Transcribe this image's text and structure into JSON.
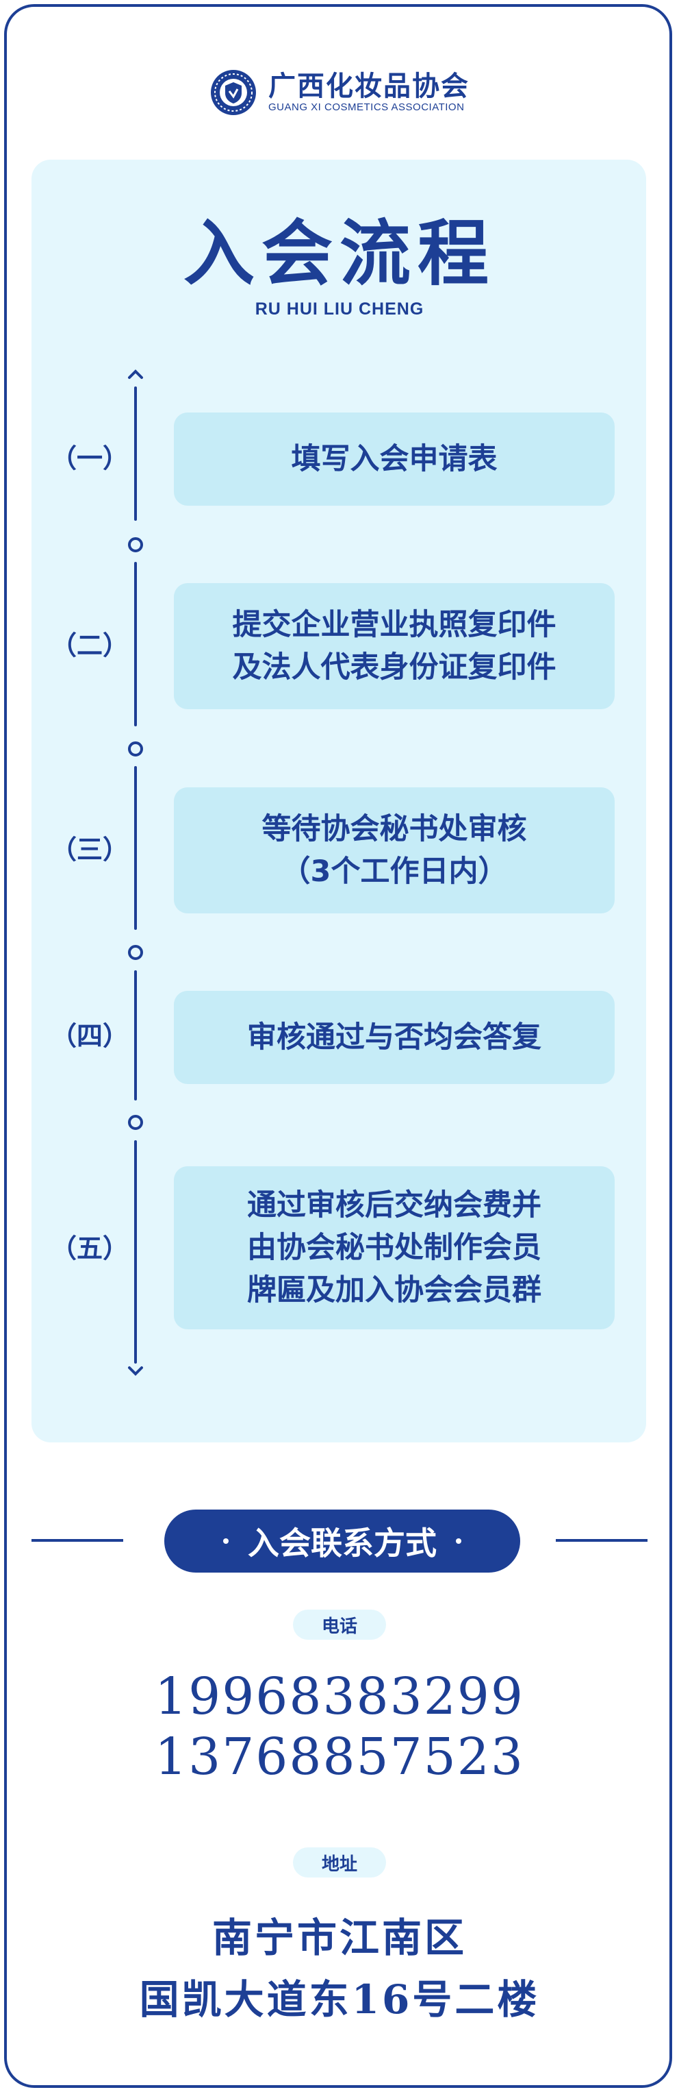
{
  "header": {
    "name_cn": "广西化妆品协会",
    "name_en": "GUANG XI  COSMETICS  ASSOCIATION"
  },
  "process": {
    "title": "入会流程",
    "subtitle": "RU HUI LIU CHENG",
    "steps": [
      {
        "label": "（一）",
        "text": "填写入会申请表"
      },
      {
        "label": "（二）",
        "text": "提交企业营业执照复印件\n及法人代表身份证复印件"
      },
      {
        "label": "（三）",
        "text": "等待协会秘书处审核\n（3个工作日内）"
      },
      {
        "label": "（四）",
        "text": "审核通过与否均会答复"
      },
      {
        "label": "（五）",
        "text": "通过审核后交纳会费并\n由协会秘书处制作会员\n牌匾及加入协会会员群"
      }
    ]
  },
  "contact": {
    "heading": "入会联系方式",
    "phone_label": "电话",
    "phones": [
      "19968383299",
      "13768857523"
    ],
    "address_label": "地址",
    "address_lines": [
      "南宁市江南区",
      "国凯大道东16号二楼"
    ]
  },
  "colors": {
    "primary": "#1d3f95",
    "panel_bg": "#e4f7fd",
    "box_bg": "#c6ecf7"
  }
}
